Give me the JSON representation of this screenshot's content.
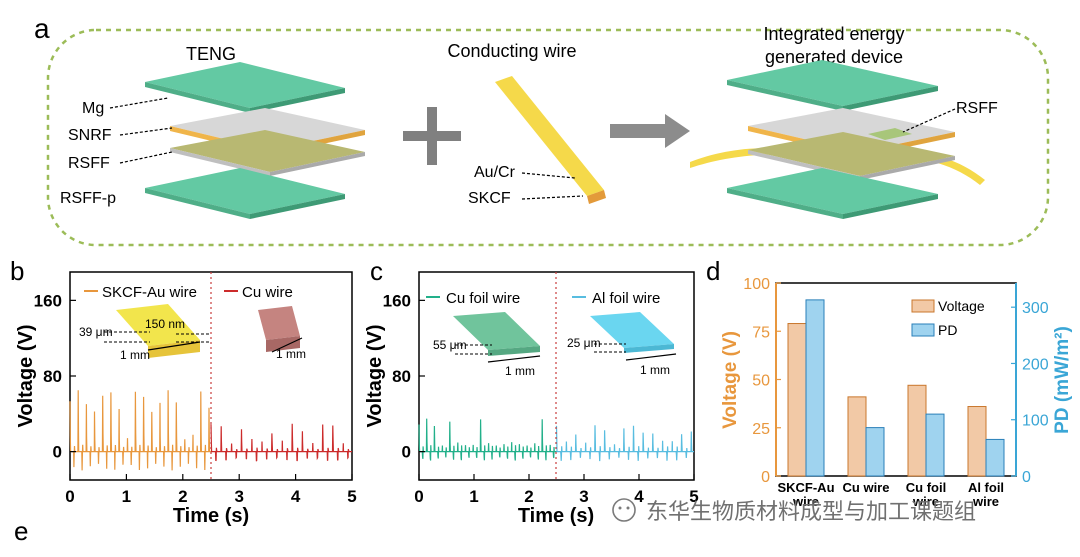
{
  "panel_a": {
    "label": "a",
    "teng_title": "TENG",
    "wire_title": "Conducting wire",
    "device_title_line1": "Integrated energy",
    "device_title_line2": "generated device",
    "layer_labels": [
      "Mg",
      "SNRF",
      "RSFF",
      "RSFF-p"
    ],
    "wire_labels": [
      "Au/Cr",
      "SKCF"
    ],
    "device_label": "RSFF"
  },
  "panel_b": {
    "label": "b",
    "legend": [
      "SKCF-Au wire",
      "Cu wire"
    ],
    "inset_left": [
      "39 μm",
      "150 nm",
      "1 mm"
    ],
    "inset_right": [
      "1 mm"
    ],
    "y_ticks": [
      "0",
      "80",
      "160"
    ],
    "x_ticks": [
      "0",
      "1",
      "2",
      "3",
      "4",
      "5"
    ],
    "ylabel": "Voltage (V)",
    "xlabel": "Time (s)"
  },
  "panel_c": {
    "label": "c",
    "legend": [
      "Cu foil wire",
      "Al foil wire"
    ],
    "inset_left": [
      "55 μm",
      "1 mm"
    ],
    "inset_right": [
      "25 μm",
      "1 mm"
    ],
    "y_ticks": [
      "0",
      "80",
      "160"
    ],
    "x_ticks": [
      "0",
      "1",
      "2",
      "3",
      "4",
      "5"
    ],
    "ylabel": "Voltage (V)",
    "xlabel": "Time (s)"
  },
  "panel_e": {
    "label": "e"
  },
  "watermark": "东华生物质材料成型与加工课题组",
  "colors": {
    "teng_green": "#63c9a3",
    "gray_layer": "#d0d0d0",
    "olive_layer": "#b8b872",
    "gold": "#f5d94a",
    "orange": "#e8973d",
    "red": "#cc2b2b",
    "teal": "#22b08a",
    "sky": "#58bde0",
    "dash_border": "#9cbc58",
    "axis_right": "#3aa6d6"
  },
  "chart_data": [
    {
      "type": "line",
      "panel": "b",
      "ylabel": "Voltage (V)",
      "xlabel": "Time (s)",
      "xlim": [
        0,
        5
      ],
      "ylim": [
        -30,
        190
      ],
      "series": [
        {
          "name": "SKCF-Au wire",
          "color": "#e8973d",
          "t_range": [
            0,
            2.5
          ],
          "peak_high": 65,
          "peak_low": -20,
          "period": 0.145
        },
        {
          "name": "Cu wire",
          "color": "#cc2b2b",
          "t_range": [
            2.5,
            5
          ],
          "peak_high": 30,
          "peak_low": -12,
          "period": 0.18
        }
      ]
    },
    {
      "type": "line",
      "panel": "c",
      "ylabel": "Voltage (V)",
      "xlabel": "Time (s)",
      "xlim": [
        0,
        5
      ],
      "ylim": [
        -30,
        190
      ],
      "series": [
        {
          "name": "Cu foil wire",
          "color": "#22b08a",
          "t_range": [
            0,
            2.5
          ],
          "peak_high": 35,
          "peak_low": -12,
          "period": 0.14
        },
        {
          "name": "Al foil wire",
          "color": "#58bde0",
          "t_range": [
            2.5,
            5
          ],
          "peak_high": 28,
          "peak_low": -10,
          "period": 0.175
        }
      ]
    },
    {
      "type": "bar",
      "panel": "d",
      "label": "d",
      "categories": [
        [
          "SKCF-Au",
          "wire"
        ],
        [
          "Cu wire"
        ],
        [
          "Cu foil",
          "wire"
        ],
        [
          "Al foil",
          "wire"
        ]
      ],
      "series": [
        {
          "name": "Voltage",
          "values": [
            79,
            41,
            47,
            36
          ],
          "axis": "left",
          "color": "#f2c9a6",
          "stroke": "#c9772c"
        },
        {
          "name": "PD",
          "values": [
            313,
            86,
            110,
            65
          ],
          "axis": "right",
          "color": "#9fd3ef",
          "stroke": "#2a7fb8"
        }
      ],
      "ylabel_left": "Voltage (V)",
      "ylabel_right": "PD (mW/m²)",
      "ylim_left": [
        0,
        100
      ],
      "ylim_right": [
        0,
        343
      ],
      "y_ticks_left": [
        "0",
        "25",
        "50",
        "75",
        "100"
      ],
      "y_ticks_right": [
        "0",
        "100",
        "200",
        "300"
      ],
      "legend_position": "top-right"
    }
  ]
}
